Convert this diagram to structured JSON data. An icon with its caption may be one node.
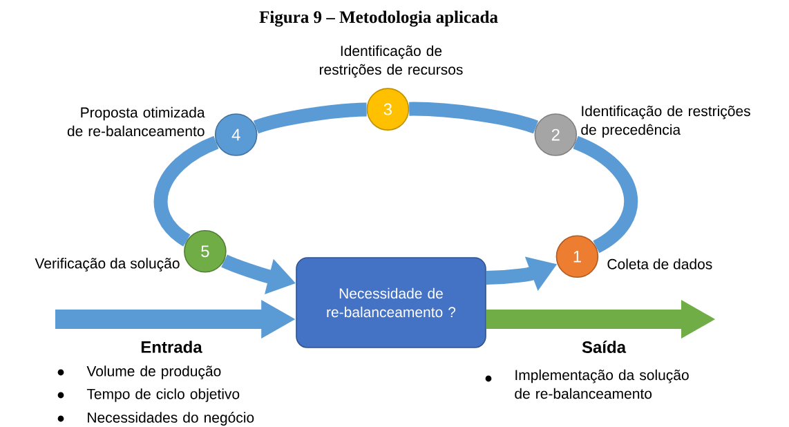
{
  "diagram": {
    "title": "Figura 9 – Metodologia aplicada",
    "nodes": [
      {
        "text": [
          "Necessidade de re-balanceamento ?"
        ]
      },
      {
        "text": [
          "1"
        ],
        "beside": [
          "Coleta de dados"
        ]
      },
      {
        "text": [
          "2"
        ],
        "beside": [
          "Identificação de restrições de precedência"
        ]
      },
      {
        "text": [
          "3"
        ],
        "beside": [
          "Identificação de restrições de recursos"
        ]
      },
      {
        "text": [
          "4"
        ],
        "beside": [
          "Proposta otimizada de re-balanceamento"
        ]
      },
      {
        "text": [
          "5"
        ],
        "beside": [
          "Verificação da solução"
        ]
      },
      {
        "text": [
          "Entrada",
          "Volume de produção",
          "Tempo de ciclo objetivo",
          "Necessidades do negócio"
        ]
      },
      {
        "text": [
          "Saída",
          "Implementação da solução de re-balanceamento"
        ]
      }
    ],
    "edges": [
      {
        "from": 0,
        "to": 1,
        "arrow": "to"
      },
      {
        "from": 1,
        "to": 2,
        "arrow": "none"
      },
      {
        "from": 2,
        "to": 3,
        "arrow": "none"
      },
      {
        "from": 3,
        "to": 4,
        "arrow": "none"
      },
      {
        "from": 4,
        "to": 5,
        "arrow": "none"
      },
      {
        "from": 5,
        "to": 0,
        "arrow": "to"
      },
      {
        "from": null,
        "to": 0,
        "arrow": "to"
      },
      {
        "from": 0,
        "to": null,
        "arrow": "to",
        "color": "#70ad47"
      }
    ]
  }
}
